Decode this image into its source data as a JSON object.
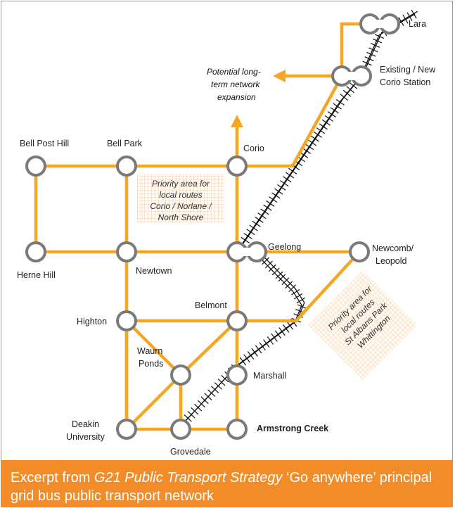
{
  "stations": {
    "lara": "Lara",
    "corio_station_1": "Existing / New",
    "corio_station_2": "Corio Station",
    "bell_post_hill": "Bell Post Hill",
    "bell_park": "Bell Park",
    "corio": "Corio",
    "herne_hill": "Herne Hill",
    "newtown": "Newtown",
    "geelong": "Geelong",
    "newcomb_1": "Newcomb/",
    "newcomb_2": "Leopold",
    "highton": "Highton",
    "belmont": "Belmont",
    "waurn_ponds_1": "Waurn",
    "waurn_ponds_2": "Ponds",
    "marshall": "Marshall",
    "deakin_1": "Deakin",
    "deakin_2": "University",
    "grovedale": "Grovedale",
    "armstrong_creek": "Armstrong Creek"
  },
  "expansion_note": [
    "Potential long-",
    "term network",
    "expansion"
  ],
  "priority_north": [
    "Priority area for",
    "local routes",
    "Corio / Norlane /",
    "North Shore"
  ],
  "priority_east": [
    "Priority area for",
    "local routes",
    "St Albans Park",
    "Whittington"
  ],
  "caption": {
    "prefix": "Excerpt from ",
    "title": "G21 Public Transport Strategy",
    "suffix": " ‘Go anywhere’ principal grid bus public transport network"
  },
  "colors": {
    "route": "#f5a623",
    "node_stroke": "#7a7a7a",
    "rail": "#111111",
    "caption_bg": "#f28c28",
    "zone_hatch": "#f0b27a"
  }
}
